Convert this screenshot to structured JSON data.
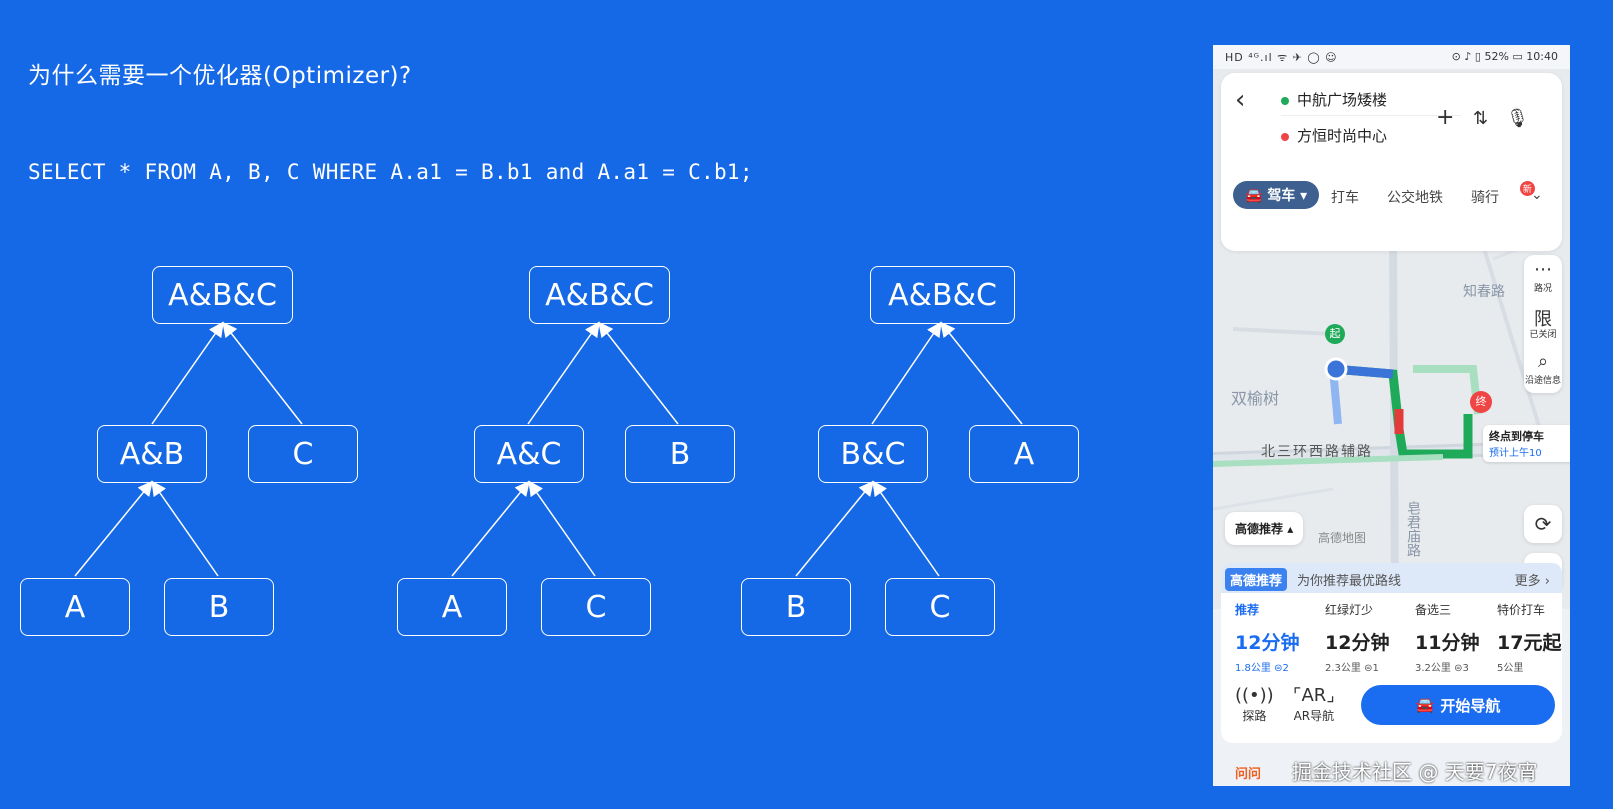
{
  "slide": {
    "title": "为什么需要一个优化器(Optimizer)?",
    "sql": "SELECT * FROM A, B, C WHERE A.a1 = B.b1 and A.a1 = C.b1;"
  },
  "trees": [
    {
      "root": "A&B&C",
      "mid_left": "A&B",
      "mid_right": "C",
      "leaf_left": "A",
      "leaf_right": "B"
    },
    {
      "root": "A&B&C",
      "mid_left": "A&C",
      "mid_right": "B",
      "leaf_left": "A",
      "leaf_right": "C"
    },
    {
      "root": "A&B&C",
      "mid_left": "B&C",
      "mid_right": "A",
      "leaf_left": "B",
      "leaf_right": "C"
    }
  ],
  "phone": {
    "status_left": "HD ⁴ᴳ.ıl ᯤ ✈ ◯ ☺",
    "status_right": "⊙ ♪ ▯ 52% ▭ 10:40",
    "origin": "中航广场矮楼",
    "destination": "方恒时尚中心",
    "modes": {
      "drive": "驾车",
      "taxi": "打车",
      "transit": "公交地铁",
      "bike": "骑行",
      "new_badge": "新"
    },
    "tools": {
      "traffic": "路况",
      "limit": "已关闭",
      "limit_icon": "限",
      "along": "沿途信息"
    },
    "map": {
      "label_zhichun": "知春路",
      "label_shuangyushu": "双榆树",
      "label_beisanhuan": "北三环西路辅路",
      "label_road_top": "路",
      "label_huangting": "皂君庙路",
      "start_marker": "起",
      "end_marker": "终",
      "parking_title": "终点到停车",
      "parking_sub": "预计上午10",
      "rec_toggle": "高德推荐",
      "map_watermark": "高德地图"
    },
    "recommend": {
      "tag": "高德推荐",
      "desc": "为你推荐最优路线",
      "more": "更多"
    },
    "options": [
      {
        "label": "推荐",
        "time": "12分钟",
        "dist": "1.8公里 ⊜2"
      },
      {
        "label": "红绿灯少",
        "time": "12分钟",
        "dist": "2.3公里 ⊜1"
      },
      {
        "label": "备选三",
        "time": "11分钟",
        "dist": "3.2公里 ⊜3"
      },
      {
        "label": "特价打车",
        "time": "17元起",
        "dist": "5公里"
      }
    ],
    "actions": {
      "explore": "探路",
      "ar": "AR导航",
      "start": "开始导航"
    },
    "ask": "问问"
  },
  "footer_watermark": "掘金技术社区 @ 天要7夜宵"
}
